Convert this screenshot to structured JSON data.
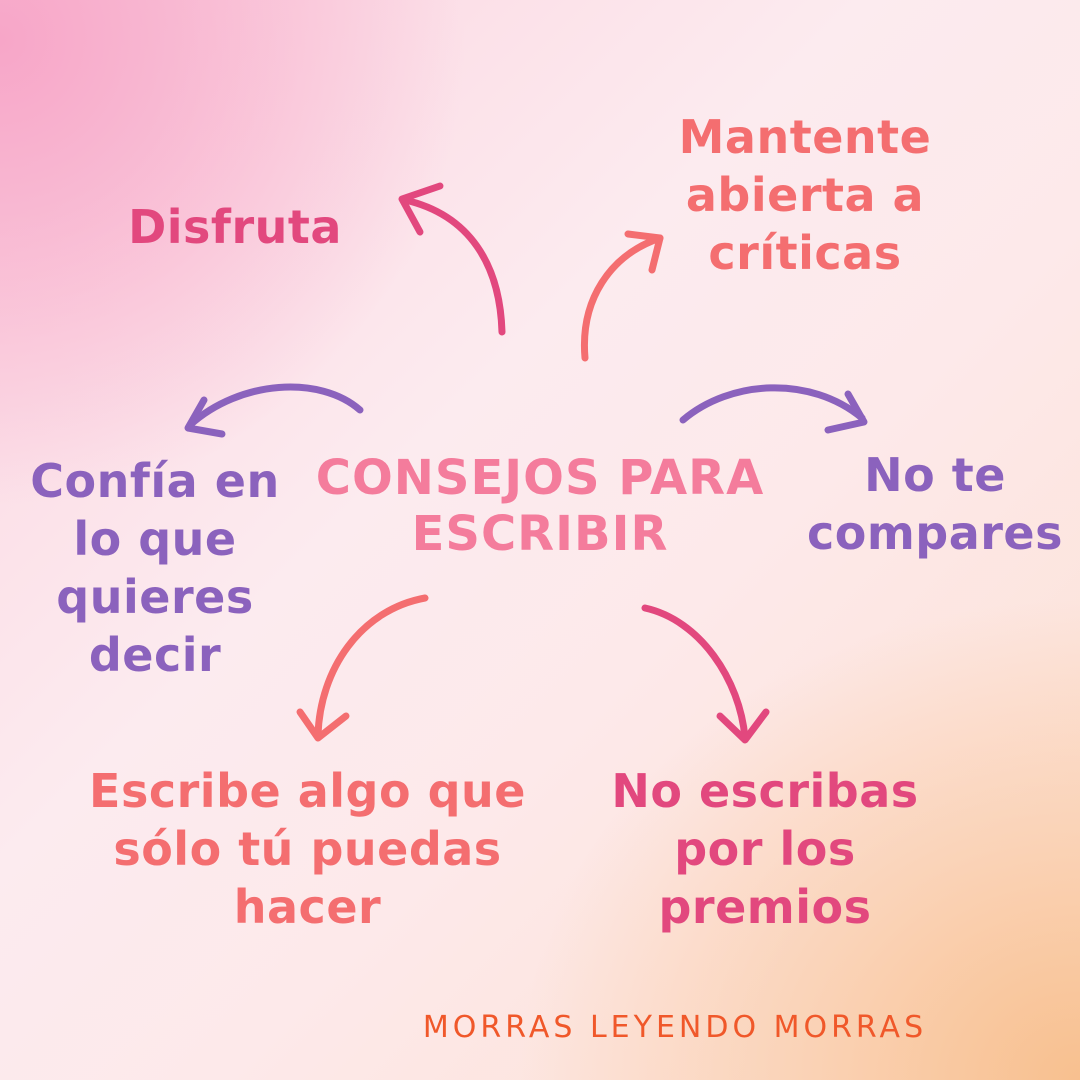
{
  "title": "CONSEJOS PARA\nESCRIBIR",
  "nodes": {
    "disfruta": "Disfruta",
    "mantente": "Mantente\nabierta a\ncríticas",
    "confia": "Confía en\nlo que\nquieres\ndecir",
    "compares": "No te\ncompares",
    "escribe": "Escribe algo que\nsólo tú puedas\nhacer",
    "premios": "No escribas\npor los\npremios"
  },
  "footer": "MORRAS LEYENDO MORRAS",
  "colors": {
    "title": "#f47c9c",
    "magenta": "#e2487e",
    "coral": "#f46e70",
    "purple": "#8b62bd",
    "footer": "#f0582a"
  }
}
